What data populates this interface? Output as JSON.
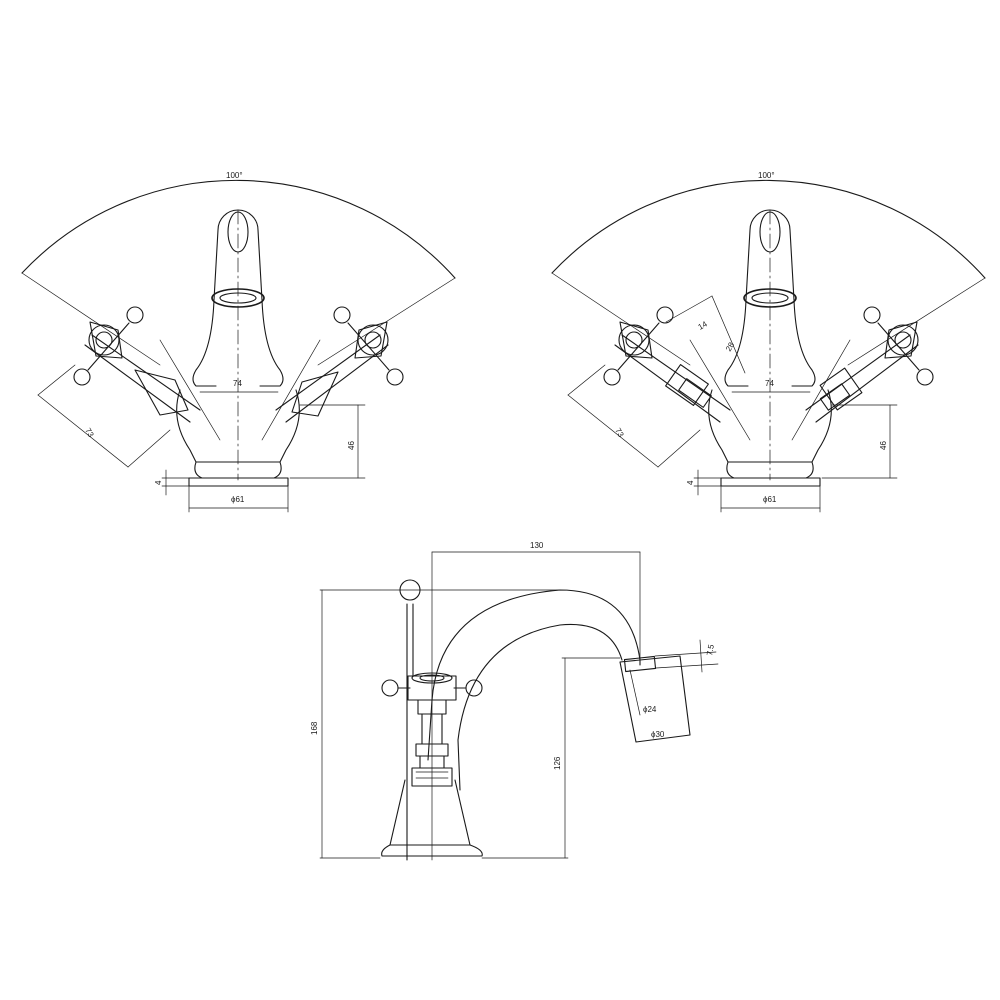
{
  "drawing": {
    "left_view": {
      "angle": "100°",
      "handle_reach": "73",
      "spout_width": "74",
      "body_height": "46",
      "base_thickness": "4",
      "base_diameter": "ϕ61"
    },
    "right_view": {
      "angle": "100°",
      "handle_reach": "73",
      "stem_width": "14",
      "stem_length": "28",
      "spout_width": "74",
      "body_height": "46",
      "base_thickness": "4",
      "base_diameter": "ϕ61"
    },
    "side_view": {
      "spout_reach": "130",
      "total_height": "168",
      "spout_height": "126",
      "aerator_offset": "7.5",
      "inner_diameter": "ϕ24",
      "outer_diameter": "ϕ30"
    }
  }
}
